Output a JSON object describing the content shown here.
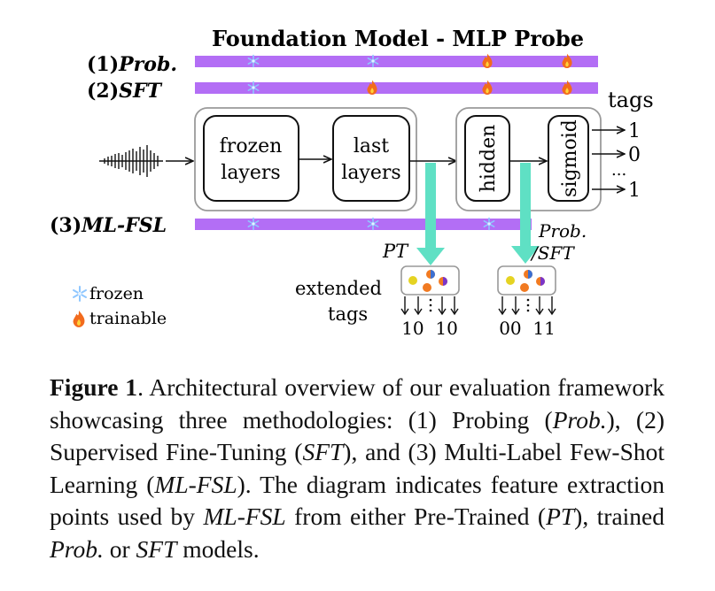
{
  "diagram": {
    "title": "Foundation Model - MLP Probe",
    "rows": [
      {
        "num": "(1)",
        "name": "Prob."
      },
      {
        "num": "(2)",
        "name": "SFT"
      },
      {
        "num": "(3)",
        "name": "ML-FSL"
      }
    ],
    "blocks": {
      "frozen_line1": "frozen",
      "frozen_line2": "layers",
      "last_line1": "last",
      "last_line2": "layers",
      "hidden": "hidden",
      "sigmoid": "sigmoid"
    },
    "tags": {
      "header": "tags",
      "values": [
        "1",
        "0",
        "...",
        "1"
      ]
    },
    "pt_label": "PT",
    "prob_sft_label_1": "Prob.",
    "prob_sft_label_2": "/SFT",
    "extended_tags_1": "extended",
    "extended_tags_2": "tags",
    "ext_values_left": "10  10",
    "ext_values_right": "00  11",
    "legend": {
      "frozen": "frozen",
      "trainable": "trainable"
    },
    "colors": {
      "bar": "#b36ef5",
      "arrow": "#5fe0c4",
      "flame": "#f26b1d",
      "snow": "#8fc7ff"
    }
  },
  "caption": {
    "figure_label": "Figure 1",
    "part1": ". Architectural overview of our evaluation framework showcasing three methodologies: (1) Probing (",
    "prob": "Prob.",
    "part2": "), (2) Supervised Fine-Tuning (",
    "sft": "SFT",
    "part3": "), and (3) Multi-Label Few-Shot Learning (",
    "mlfsl": "ML-FSL",
    "part4": "). The diagram indicates feature extraction points used by ",
    "mlfsl2": "ML-FSL",
    "part5": " from either Pre-Trained (",
    "pt": "PT",
    "part6": "), trained ",
    "prob2": "Prob.",
    "part7": " or ",
    "sft2": "SFT",
    "part8": " models."
  }
}
